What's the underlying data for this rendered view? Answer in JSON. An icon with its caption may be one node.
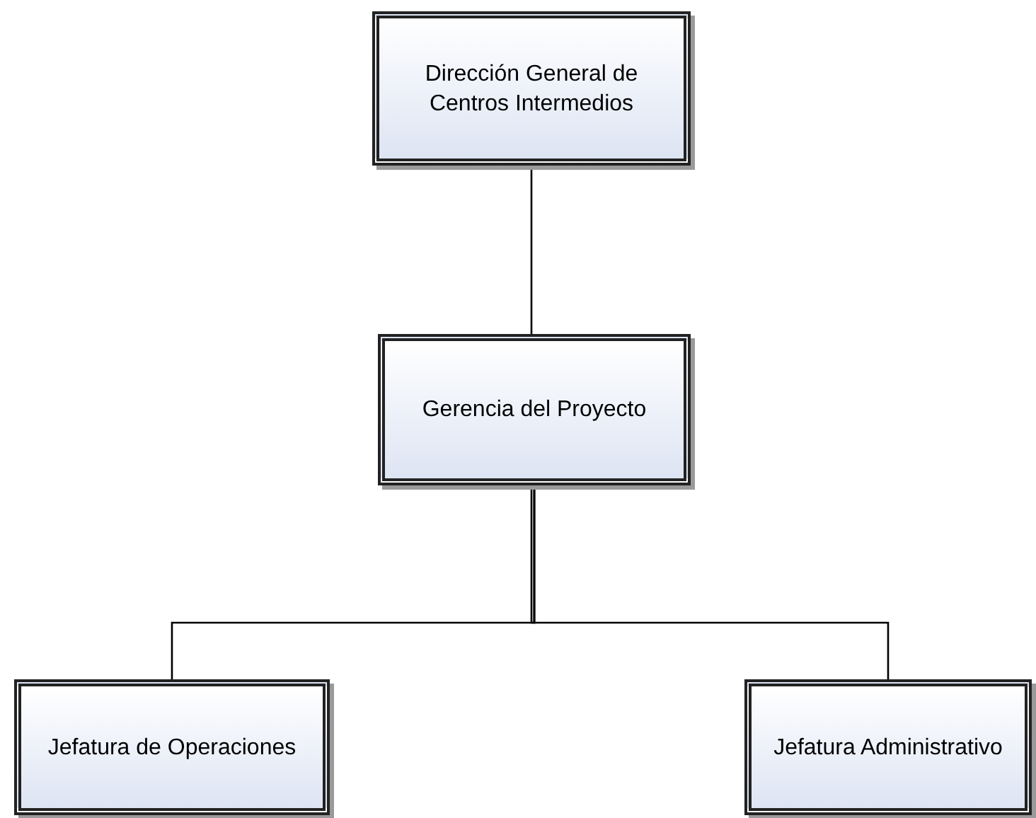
{
  "diagram": {
    "nodes": [
      {
        "text": [
          "Dirección General de Centros Intermedios"
        ]
      },
      {
        "text": [
          "Gerencia del Proyecto"
        ]
      },
      {
        "text": [
          "Jefatura de Operaciones"
        ]
      },
      {
        "text": [
          "Jefatura Administrativo"
        ]
      }
    ],
    "edges": [
      {
        "from": 0,
        "to": 1,
        "arrow": "none"
      },
      {
        "from": 1,
        "to": 2,
        "arrow": "none"
      },
      {
        "from": 1,
        "to": 3,
        "arrow": "none"
      }
    ]
  }
}
